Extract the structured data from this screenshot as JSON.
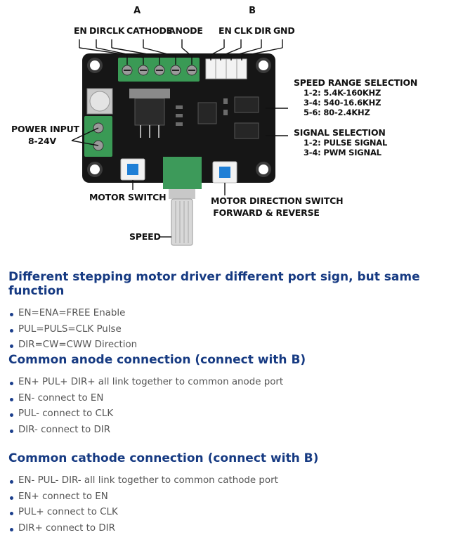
{
  "diagram": {
    "group_a": "A",
    "group_b": "B",
    "a_pins": [
      "EN",
      "DIR",
      "CLK",
      "CATHODE",
      "ANODE"
    ],
    "b_pins": [
      "EN",
      "CLK",
      "DIR",
      "GND"
    ],
    "speed_range": {
      "title": "SPEED RANGE SELECTION",
      "l1": "1-2: 5.4K-160KHZ",
      "l2": "3-4: 540-16.6KHZ",
      "l3": "5-6: 80-2.4KHZ"
    },
    "signal": {
      "title": "SIGNAL SELECTION",
      "l1": "1-2: PULSE SIGNAL",
      "l2": "3-4: PWM SIGNAL"
    },
    "power_input": {
      "line1": "POWER INPUT",
      "line2": "8-24V"
    },
    "motor_switch": "MOTOR SWITCH",
    "direction_switch": {
      "line1": "MOTOR DIRECTION SWITCH",
      "line2": "FORWARD & REVERSE"
    },
    "speed": "SPEED"
  },
  "sections": {
    "s1": {
      "title": "Different stepping motor driver different port sign, but same function",
      "items": [
        "EN=ENA=FREE Enable",
        "PUL=PULS=CLK Pulse",
        "DIR=CW=CWW Direction"
      ]
    },
    "s2": {
      "title": "Common anode connection (connect with B)",
      "items": [
        "EN+ PUL+ DIR+ all link together to common anode port",
        "EN- connect to EN",
        "PUL- connect to CLK",
        "DIR- connect to DIR"
      ]
    },
    "s3": {
      "title": "Common cathode connection (connect with B)",
      "items": [
        "EN- PUL- DIR- all link together to common cathode port",
        "EN+ connect to EN",
        "PUL+ connect to CLK",
        "DIR+ connect to DIR"
      ]
    }
  },
  "colors": {
    "heading": "#163a82",
    "bullet": "#1c3f8c",
    "text": "#555555",
    "board": "#161616",
    "terminal": "#3a9a55",
    "switch": "#1f7fd6"
  }
}
